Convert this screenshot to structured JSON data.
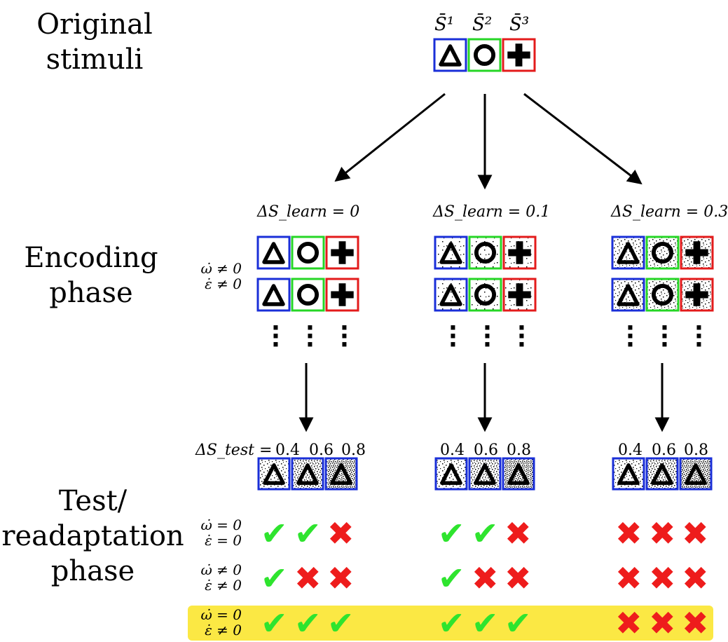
{
  "phases": {
    "original_line1": "Original",
    "original_line2": "stimuli",
    "encoding_line1": "Encoding",
    "encoding_line2": "phase",
    "test_line1": "Test/",
    "test_line2": "readaptation",
    "test_line3": "phase"
  },
  "stimuli_labels": [
    "S̄¹",
    "S̄²",
    "S̄³"
  ],
  "learn_labels": [
    "ΔS_learn = 0",
    "ΔS_learn = 0.1",
    "ΔS_learn = 0.3"
  ],
  "encoding_conditions": {
    "line1": "ω̇ ≠ 0",
    "line2": "ε̇ ≠ 0"
  },
  "test_labels": {
    "first_prefix": "ΔS_test = ",
    "values": [
      "0.4",
      "0.6",
      "0.8"
    ]
  },
  "conditions": [
    {
      "line1": "ω̇ = 0",
      "line2": "ε̇ = 0"
    },
    {
      "line1": "ω̇ ≠ 0",
      "line2": "ε̇ ≠ 0"
    },
    {
      "line1": "ω̇ = 0",
      "line2": "ε̇ ≠ 0"
    }
  ],
  "results": [
    [
      [
        "✓",
        "✓",
        "✗"
      ],
      [
        "✓",
        "✓",
        "✗"
      ],
      [
        "✗",
        "✗",
        "✗"
      ]
    ],
    [
      [
        "✓",
        "✗",
        "✗"
      ],
      [
        "✓",
        "✗",
        "✗"
      ],
      [
        "✗",
        "✗",
        "✗"
      ]
    ],
    [
      [
        "✓",
        "✓",
        "✓"
      ],
      [
        "✓",
        "✓",
        "✓"
      ],
      [
        "✗",
        "✗",
        "✗"
      ]
    ]
  ],
  "colors": {
    "blue": "#1a2fd8",
    "green": "#26d626",
    "red": "#e31b1b",
    "tick": "#2ee42e",
    "cross": "#ee1c1c",
    "highlight": "#fbe844"
  }
}
